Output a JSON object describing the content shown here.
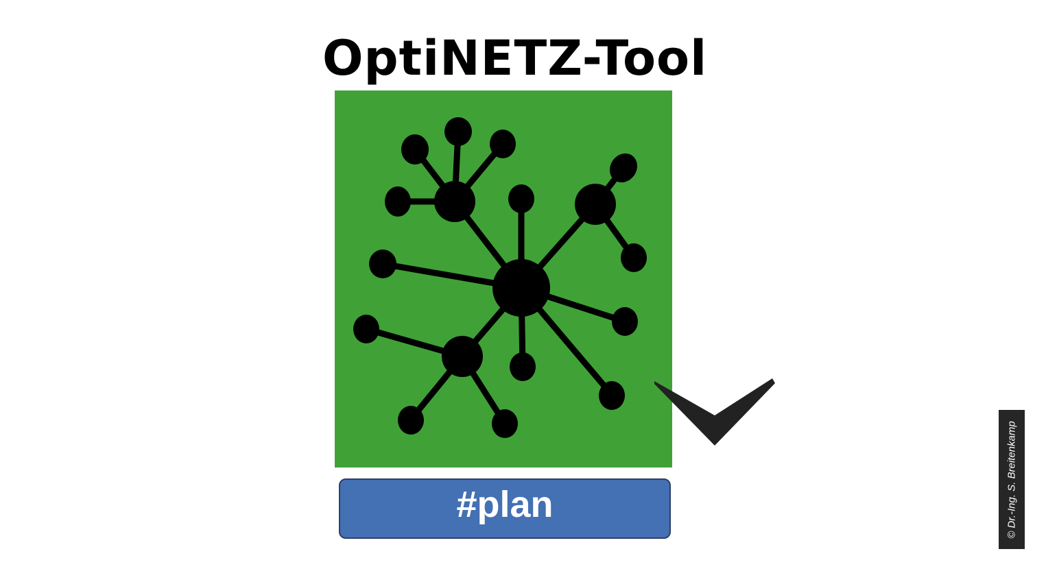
{
  "title": "OptiNETZ-Tool",
  "button": {
    "label": "#plan"
  },
  "copyright": "© Dr.-Ing. S. Breitenkamp",
  "colors": {
    "background": "#ffffff",
    "logo_green": "#40a137",
    "button_blue": "#4470b4",
    "button_border": "#2d3f66",
    "network_black": "#000000",
    "checkmark": "#222222",
    "copyright_bg": "#262626"
  },
  "icons": {
    "network": "network-graph-icon",
    "check": "checkmark-icon"
  }
}
